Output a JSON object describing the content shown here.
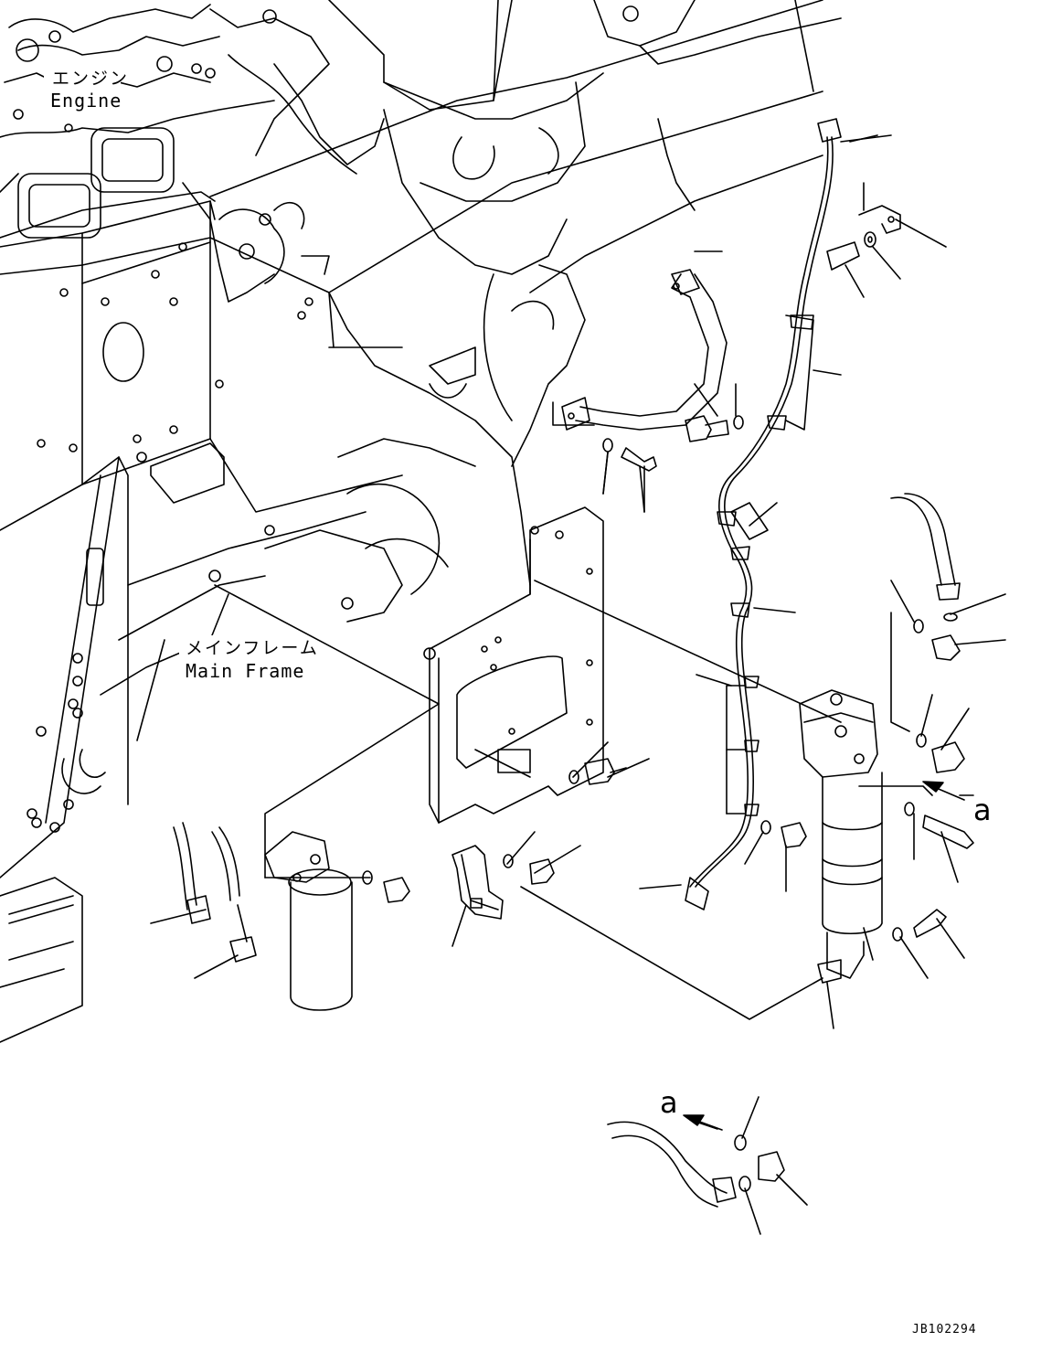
{
  "labels": {
    "engine_jp": "エンジン",
    "engine_en": "Engine",
    "main_frame_jp": "メインフレーム",
    "main_frame_en": "Main Frame",
    "view_a_arrow": "a",
    "view_a_detail": "a",
    "drawing_code": "JB102294"
  },
  "colors": {
    "line": "#000000",
    "background": "#ffffff"
  }
}
